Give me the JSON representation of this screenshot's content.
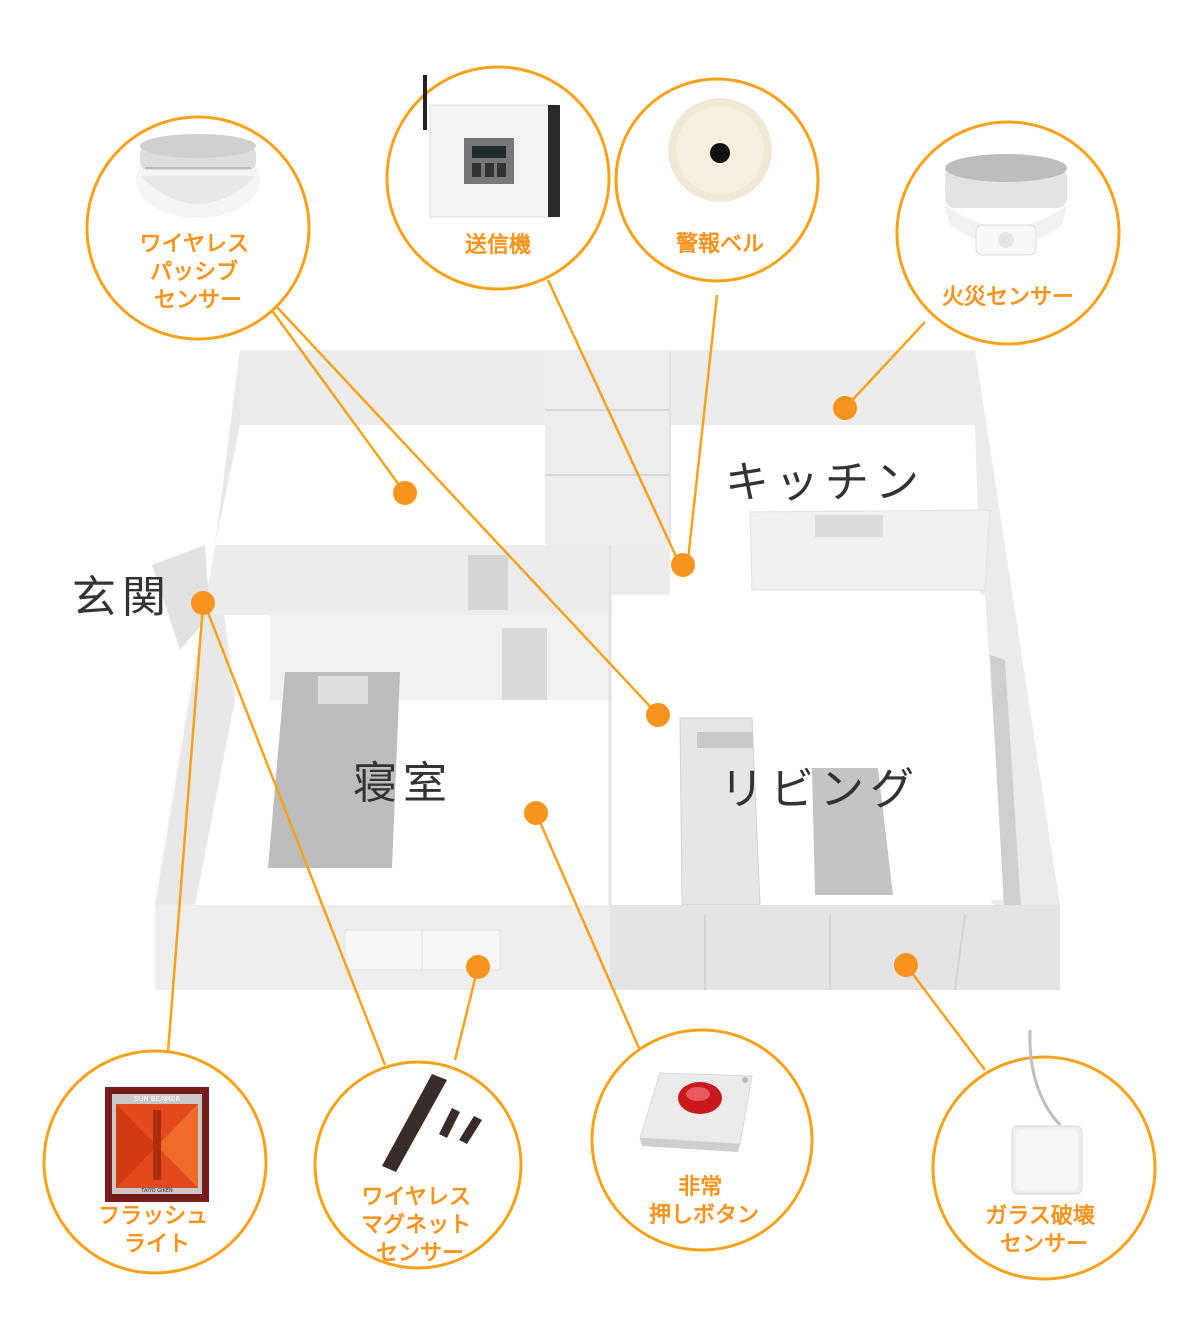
{
  "rooms": {
    "entrance": "玄関",
    "kitchen": "キッチン",
    "bedroom": "寝室",
    "living": "リビング"
  },
  "devices": {
    "passive_sensor": [
      "ワイヤレス",
      "パッシブ",
      "センサー"
    ],
    "transmitter": [
      "送信機"
    ],
    "alarm_bell": [
      "警報ベル"
    ],
    "fire_sensor": [
      "火災センサー"
    ],
    "flash_light": [
      "フラッシュ",
      "ライト"
    ],
    "magnet_sensor": [
      "ワイヤレス",
      "マグネット",
      "センサー"
    ],
    "emergency_button": [
      "非常",
      "押しボタン"
    ],
    "glass_sensor": [
      "ガラス破壊",
      "センサー"
    ]
  },
  "product_text": {
    "flash_brand": "SUN BEAMER",
    "flash_maker": "TAIYO GIKEN"
  },
  "colors": {
    "accent": "#f7941d",
    "line": "#f7a21b",
    "room_text": "#333333"
  }
}
